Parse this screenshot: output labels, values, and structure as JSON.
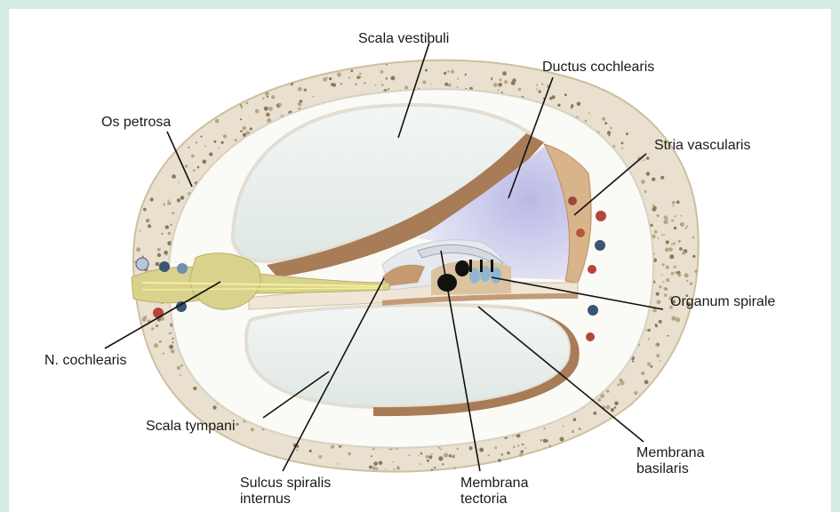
{
  "labels": {
    "scala_vestibuli": "Scala vestibuli",
    "ductus_cochlearis": "Ductus cochlearis",
    "os_petrosa": "Os petrosa",
    "stria_vascularis": "Stria vascularis",
    "organum_spirale": "Organum spirale",
    "n_cochlearis": "N. cochlearis",
    "scala_tympani": "Scala tympani",
    "sulcus_spiralis_line1": "Sulcus spiralis",
    "sulcus_spiralis_line2": "internus",
    "membrana_tectoria_line1": "Membrana",
    "membrana_tectoria_line2": "tectoria",
    "membrana_basilaris_line1": "Membrana",
    "membrana_basilaris_line2": "basilaris"
  },
  "colors": {
    "page_background": "#d3ebe3",
    "bone": "#e9e0cf",
    "bone_speckle": "#8a7a5e",
    "chamber_fill": "#e8efec",
    "membrane_brown": "#a77c56",
    "ductus_fill": "#c9c9ea",
    "stria_fill": "#d9b48b",
    "nerve_fill": "#d9d28c",
    "organ_blue": "#8fb7d4",
    "organ_black": "#111111"
  }
}
